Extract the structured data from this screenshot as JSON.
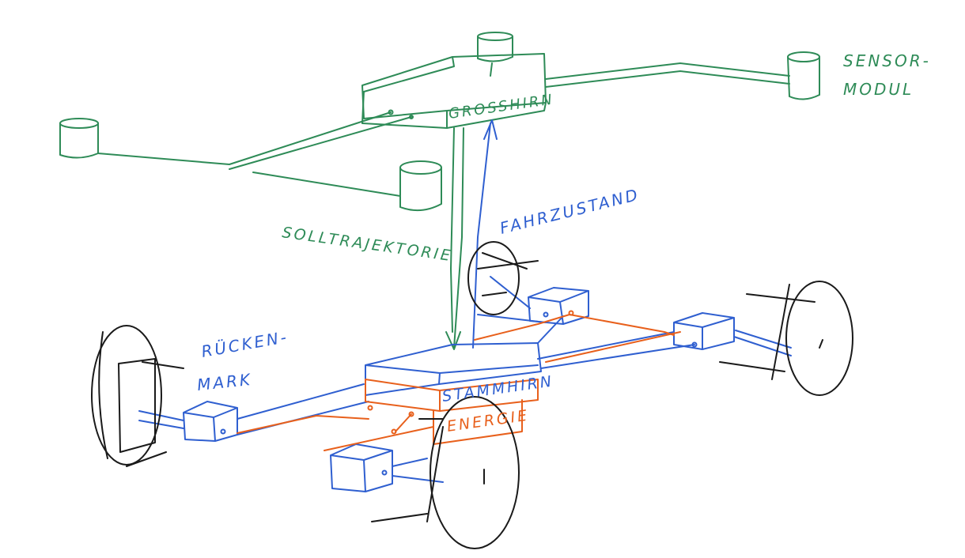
{
  "labels": {
    "grosshirn": "GROSSHIRN",
    "sensor_modul_line1": "SENSOR-",
    "sensor_modul_line2": "MODUL",
    "solltrajektorie": "SOLLTRAJEKTORIE",
    "fahrzustand": "FAHRZUSTAND",
    "ruecken_mark_line1": "RÜCKEN-",
    "ruecken_mark_line2": "MARK",
    "stammhirn": "STAMMHIRN",
    "energie": "ENERGIE"
  },
  "colors": {
    "upper_layer": "#2e8b57",
    "control_layer": "#2f5fd0",
    "energy_layer": "#e8601c",
    "wheels": "#1a1a1a",
    "background": "#ffffff"
  }
}
